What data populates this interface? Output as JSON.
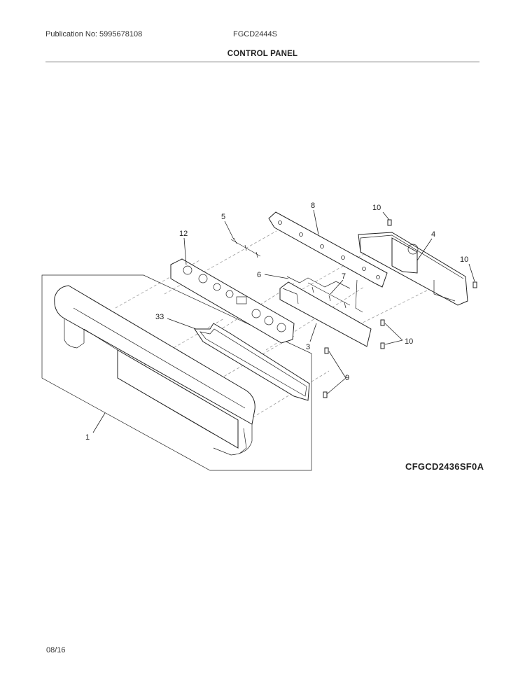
{
  "header": {
    "publication": "Publication No: 5995678108",
    "model": "FGCD2444S",
    "section_title": "CONTROL PANEL"
  },
  "diagram": {
    "code": "CFGCD2436SF0A",
    "callouts": [
      "8",
      "10",
      "5",
      "4",
      "12",
      "10",
      "6",
      "7",
      "33",
      "3",
      "10",
      "9",
      "1"
    ]
  },
  "footer": {
    "date": "08/16"
  }
}
